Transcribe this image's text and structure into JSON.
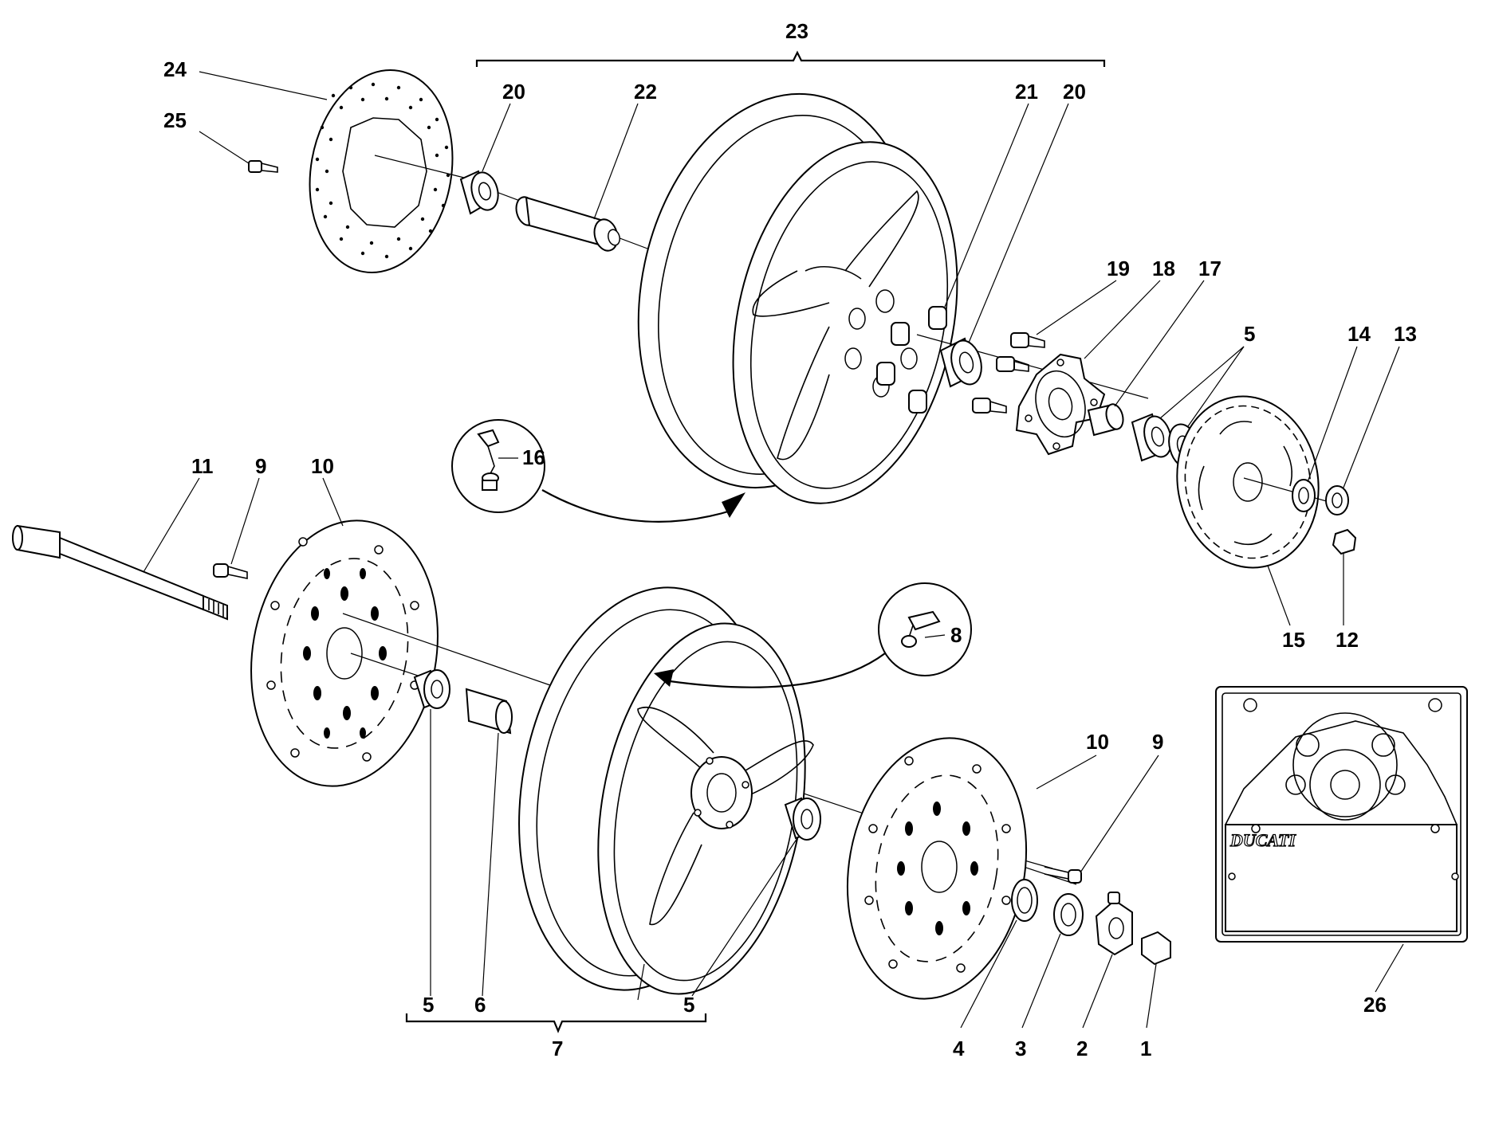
{
  "diagram": {
    "background": "#ffffff",
    "ink": "#000000",
    "callouts": {
      "p1": "1",
      "p2": "2",
      "p3": "3",
      "p4": "4",
      "p5a": "5",
      "p5b": "5",
      "p5c": "5",
      "p6": "6",
      "p7": "7",
      "p8": "8",
      "p9a": "9",
      "p9b": "9",
      "p10a": "10",
      "p10b": "10",
      "p11": "11",
      "p12": "12",
      "p13": "13",
      "p14": "14",
      "p15": "15",
      "p16": "16",
      "p17": "17",
      "p18": "18",
      "p19": "19",
      "p20a": "20",
      "p20b": "20",
      "p21": "21",
      "p22": "22",
      "p23": "23",
      "p24": "24",
      "p25": "25",
      "p26": "26"
    },
    "brand_plate": "DUCATI"
  }
}
